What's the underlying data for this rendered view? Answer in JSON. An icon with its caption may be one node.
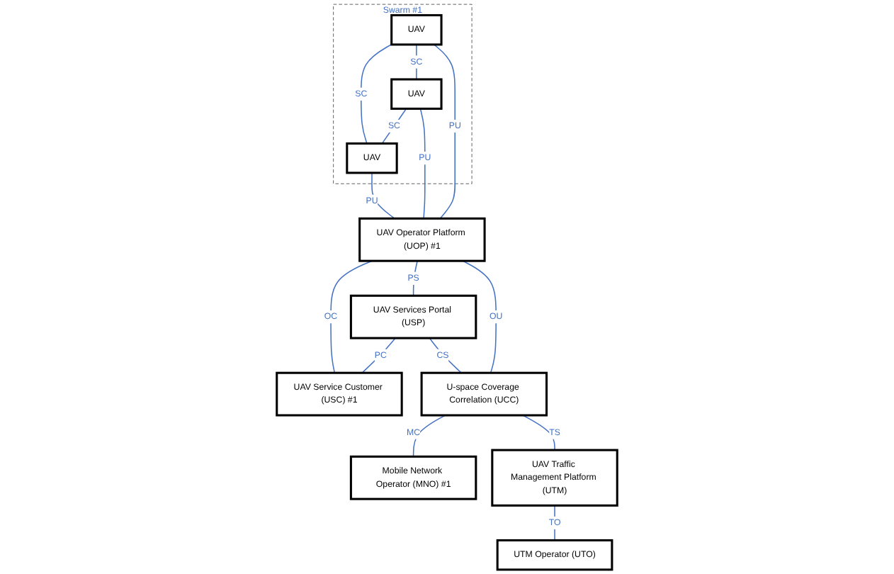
{
  "diagram": {
    "nodes": [
      {
        "text": [
          "Swarm #1"
        ]
      },
      {
        "text": [
          "UAV"
        ],
        "in": 0
      },
      {
        "text": [
          "UAV"
        ],
        "in": 0
      },
      {
        "text": [
          "UAV"
        ],
        "in": 0
      },
      {
        "text": [
          "UAV Operator Platform (UOP) #1"
        ]
      },
      {
        "text": [
          "UAV Services Portal (USP)"
        ]
      },
      {
        "text": [
          "UAV Service Customer (USC) #1"
        ]
      },
      {
        "text": [
          "U-space Coverage Correlation (UCC)"
        ]
      },
      {
        "text": [
          "Mobile Network Operator (MNO) #1"
        ]
      },
      {
        "text": [
          "UAV Traffic Management Platform (UTM)"
        ]
      },
      {
        "text": [
          "UTM Operator (UTO)"
        ]
      }
    ],
    "edges": [
      {
        "from": 1,
        "to": 3,
        "arrow": "none",
        "label": "SC"
      },
      {
        "from": 1,
        "to": 2,
        "arrow": "none",
        "label": "SC"
      },
      {
        "from": 2,
        "to": 3,
        "arrow": "none",
        "label": "SC"
      },
      {
        "from": 1,
        "to": 4,
        "arrow": "none",
        "label": "PU"
      },
      {
        "from": 2,
        "to": 4,
        "arrow": "none",
        "label": "PU"
      },
      {
        "from": 3,
        "to": 4,
        "arrow": "none",
        "label": "PU"
      },
      {
        "from": 4,
        "to": 6,
        "arrow": "none",
        "label": "OC"
      },
      {
        "from": 4,
        "to": 5,
        "arrow": "none",
        "label": "PS"
      },
      {
        "from": 5,
        "to": 6,
        "arrow": "none",
        "label": "PC"
      },
      {
        "from": 4,
        "to": 7,
        "arrow": "none",
        "label": "OU"
      },
      {
        "from": 5,
        "to": 7,
        "arrow": "none",
        "label": "CS"
      },
      {
        "from": 7,
        "to": 8,
        "arrow": "none",
        "label": "MC"
      },
      {
        "from": 7,
        "to": 9,
        "arrow": "none",
        "label": "TS"
      },
      {
        "from": 9,
        "to": 10,
        "arrow": "none",
        "label": "TO"
      }
    ]
  }
}
